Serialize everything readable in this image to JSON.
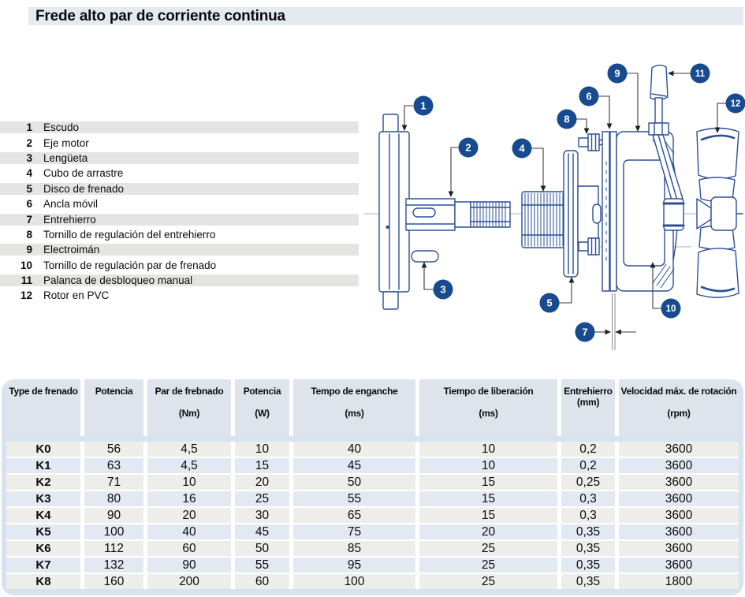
{
  "title": "Frede alto par de corriente continua",
  "parts_list": {
    "items": [
      {
        "num": "1",
        "label": "Escudo"
      },
      {
        "num": "2",
        "label": "Eje motor"
      },
      {
        "num": "3",
        "label": "Lengüeta"
      },
      {
        "num": "4",
        "label": "Cubo de arrastre"
      },
      {
        "num": "5",
        "label": "Disco de frenado"
      },
      {
        "num": "6",
        "label": "Ancla móvil"
      },
      {
        "num": "7",
        "label": "Entrehierro"
      },
      {
        "num": "8",
        "label": "Tornillo de regulación del entrehierro"
      },
      {
        "num": "9",
        "label": "Electroimán"
      },
      {
        "num": "10",
        "label": "Tornillo de regulación par de frenado"
      },
      {
        "num": "11",
        "label": "Palanca de desbloqueo manual"
      },
      {
        "num": "12",
        "label": "Rotor en PVC"
      }
    ]
  },
  "diagram": {
    "callouts": [
      "1",
      "2",
      "3",
      "4",
      "5",
      "6",
      "7",
      "8",
      "9",
      "10",
      "11",
      "12"
    ]
  },
  "table": {
    "columns": [
      {
        "name": "Type de frenado",
        "unit": ""
      },
      {
        "name": "Potencia",
        "unit": ""
      },
      {
        "name": "Par de frebnado",
        "unit": "(Nm)"
      },
      {
        "name": "Potencia",
        "unit": "(W)"
      },
      {
        "name": "Tempo de enganche",
        "unit": "(ms)"
      },
      {
        "name": "Tiempo de liberación",
        "unit": "(ms)"
      },
      {
        "name": "Entrehierro",
        "unit": "(mm)"
      },
      {
        "name": "Velocidad máx. de rotación",
        "unit": "(rpm)"
      }
    ],
    "rows": [
      [
        "K0",
        "56",
        "4,5",
        "10",
        "40",
        "10",
        "0,2",
        "3600"
      ],
      [
        "K1",
        "63",
        "4,5",
        "15",
        "45",
        "10",
        "0,2",
        "3600"
      ],
      [
        "K2",
        "71",
        "10",
        "20",
        "50",
        "15",
        "0,25",
        "3600"
      ],
      [
        "K3",
        "80",
        "16",
        "25",
        "55",
        "15",
        "0,3",
        "3600"
      ],
      [
        "K4",
        "90",
        "20",
        "30",
        "65",
        "15",
        "0,3",
        "3600"
      ],
      [
        "K5",
        "100",
        "40",
        "45",
        "75",
        "20",
        "0,35",
        "3600"
      ],
      [
        "K6",
        "112",
        "60",
        "50",
        "85",
        "25",
        "0,35",
        "3600"
      ],
      [
        "K7",
        "132",
        "90",
        "55",
        "95",
        "25",
        "0,35",
        "3600"
      ],
      [
        "K8",
        "160",
        "200",
        "60",
        "100",
        "25",
        "0,35",
        "1800"
      ]
    ]
  },
  "colors": {
    "title_bar_bg": "#e4eaf2",
    "list_stripe": "#e4e4e2",
    "table_container_bg": "#d8e3ef",
    "header_cell_bg": "#dde4ec",
    "row_gray": "#ededea",
    "row_blue": "#e2e9f2",
    "callout_blue": "#174a8e",
    "diagram_stroke": "#2b5098"
  }
}
